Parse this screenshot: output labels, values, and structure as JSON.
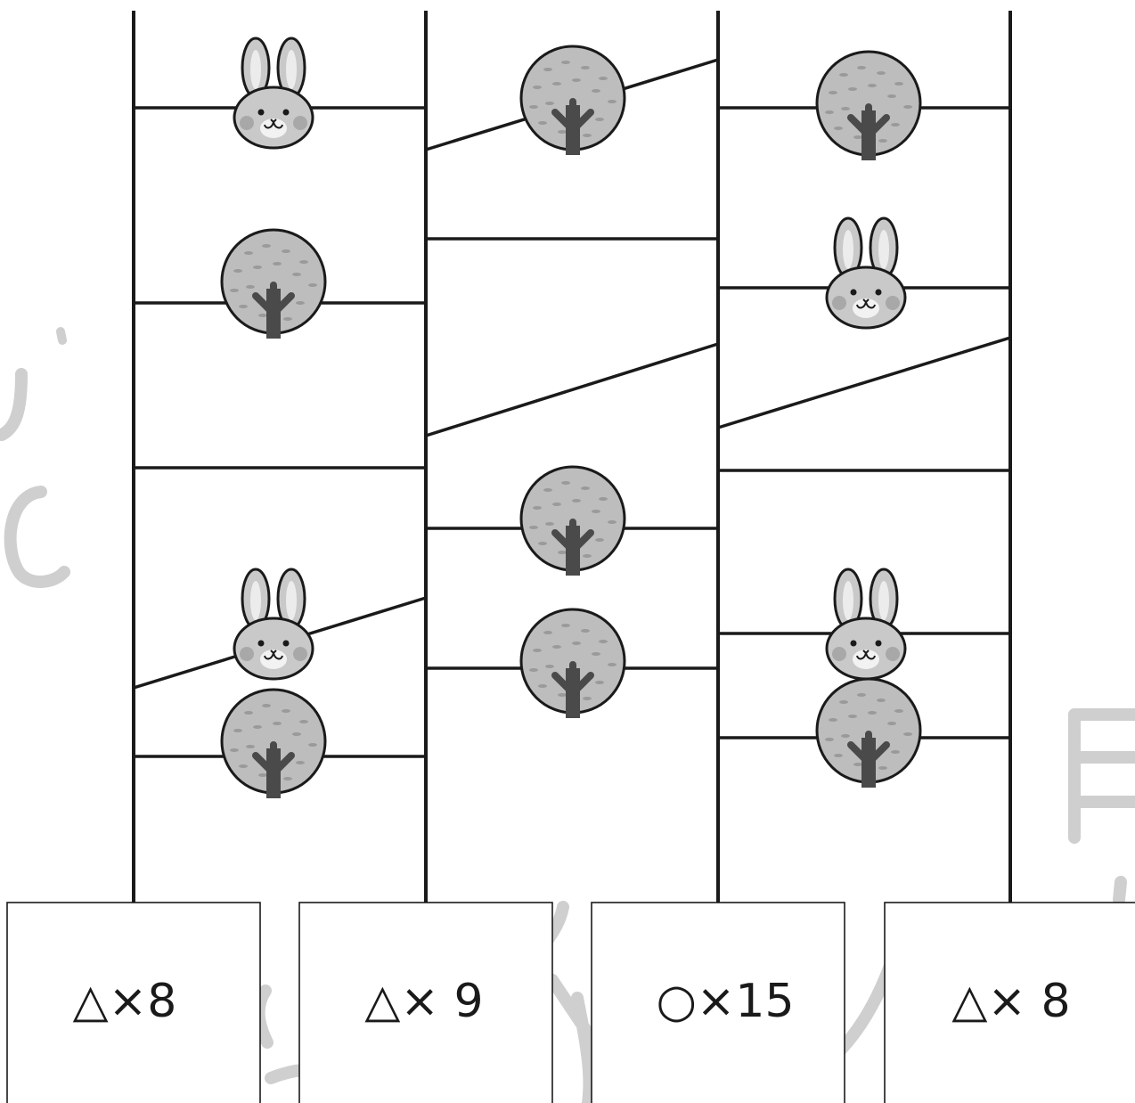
{
  "colors": {
    "line": "#1a1a1a",
    "tree_canopy": "#bdbdbd",
    "tree_trunk": "#4a4a4a",
    "rabbit_fur": "#c9c9c9",
    "watermark": "#cfcfcf"
  },
  "game": {
    "type": "amidakuji",
    "icons": [
      "rabbit-icon",
      "tree-icon"
    ],
    "slots": [
      {
        "label": "△×8"
      },
      {
        "label": "△× 9"
      },
      {
        "label": "○×15"
      },
      {
        "label": "△× 8"
      }
    ]
  }
}
